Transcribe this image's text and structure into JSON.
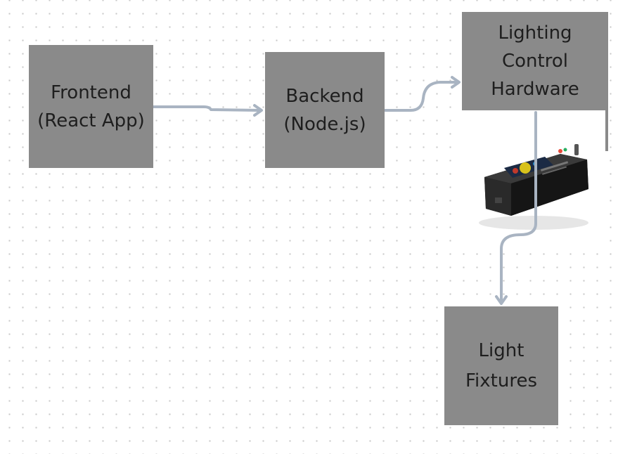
{
  "nodes": {
    "frontend": {
      "label": "Frontend\n(React App)"
    },
    "backend": {
      "label": "Backend\n(Node.js)"
    },
    "hardware": {
      "label": "Lighting\nControl\nHardware"
    },
    "fixtures": {
      "label": "Light\nFixtures"
    }
  },
  "edges": [
    {
      "from": "frontend",
      "to": "backend"
    },
    {
      "from": "backend",
      "to": "hardware"
    },
    {
      "from": "hardware",
      "to": "fixtures"
    }
  ],
  "colors": {
    "box_fill": "#8a8a8a",
    "connector": "#a9b4c2",
    "grid_dot": "#c9c9c9"
  },
  "image": {
    "subject": "lighting-controller-device-photo"
  }
}
